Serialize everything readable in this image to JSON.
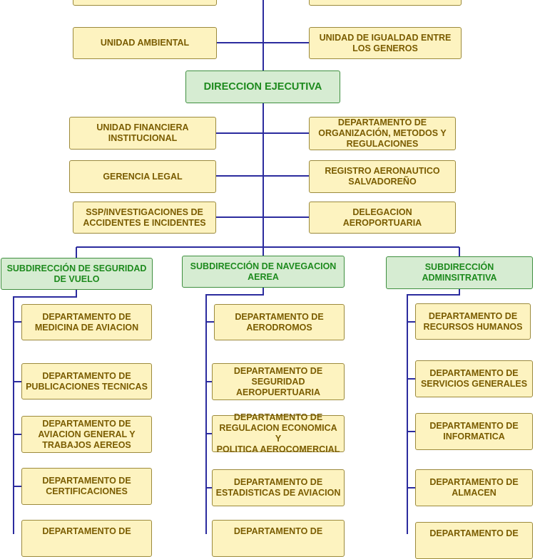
{
  "diagram": {
    "colors": {
      "unit_fill": "#fdf3c0",
      "unit_border": "#9c8a3c",
      "unit_text": "#7a5c00",
      "green_fill": "#d6ecd2",
      "green_border": "#3f8f3f",
      "green_text": "#1d8a1d",
      "connector": "#2b2b9e"
    },
    "top_units": {
      "left": "UNIDAD AMBIENTAL",
      "right": "UNIDAD DE IGUALDAD ENTRE\nLOS GENEROS"
    },
    "executive": "DIRECCION EJECUTIVA",
    "staff_units": [
      "UNIDAD FINANCIERA\nINSTITUCIONAL",
      "DEPARTAMENTO DE\nORGANIZACIÓN, METODOS Y\nREGULACIONES",
      "GERENCIA LEGAL",
      "REGISTRO AERONAUTICO\nSALVADOREÑO",
      "SSP/INVESTIGACIONES DE\nACCIDENTES E INCIDENTES",
      "DELEGACION AEROPORTUARIA"
    ],
    "subdirections": [
      {
        "title": "SUBDIRECCIÓN DE SEGURIDAD\nDE VUELO",
        "departments": [
          "DEPARTAMENTO DE\nMEDICINA DE AVIACION",
          "DEPARTAMENTO DE\nPUBLICACIONES TECNICAS",
          "DEPARTAMENTO DE\nAVIACION GENERAL  Y\nTRABAJOS AEREOS",
          "DEPARTAMENTO DE\nCERTIFICACIONES",
          "DEPARTAMENTO DE"
        ]
      },
      {
        "title": "SUBDIRECCIÓN DE NAVEGACION\nAEREA",
        "departments": [
          "DEPARTAMENTO DE\nAERODROMOS",
          "DEPARTAMENTO DE\nSEGURIDAD\nAEROPUERTUARIA",
          "DEPARTAMENTO DE\nREGULACION ECONOMICA Y\nPOLITICA AEROCOMERCIAL",
          "DEPARTAMENTO DE\nESTADISTICAS DE AVIACION",
          "DEPARTAMENTO DE"
        ]
      },
      {
        "title": "SUBDIRECCIÓN\nADMINSITRATIVA",
        "departments": [
          "DEPARTAMENTO DE\nRECURSOS HUMANOS",
          "DEPARTAMENTO DE\nSERVICIOS GENERALES",
          "DEPARTAMENTO DE\nINFORMATICA",
          "DEPARTAMENTO DE\nALMACEN",
          "DEPARTAMENTO DE"
        ]
      }
    ]
  }
}
